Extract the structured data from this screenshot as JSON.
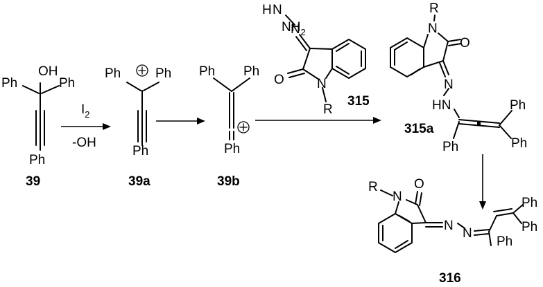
{
  "atoms": {
    "ph": "Ph",
    "oh": "OH",
    "o": "O",
    "n": "N",
    "r": "R",
    "hn": "HN",
    "h2n_h": "H",
    "h2n_n": "N",
    "nh2": "NH",
    "nh2_sub": "2"
  },
  "compounds": {
    "c39": "39",
    "c39a": "39a",
    "c39b": "39b",
    "c315": "315",
    "c315a": "315a",
    "c316": "316"
  },
  "conditions": {
    "reagent_main": "I",
    "reagent_sub": "2",
    "loss": "-OH"
  }
}
